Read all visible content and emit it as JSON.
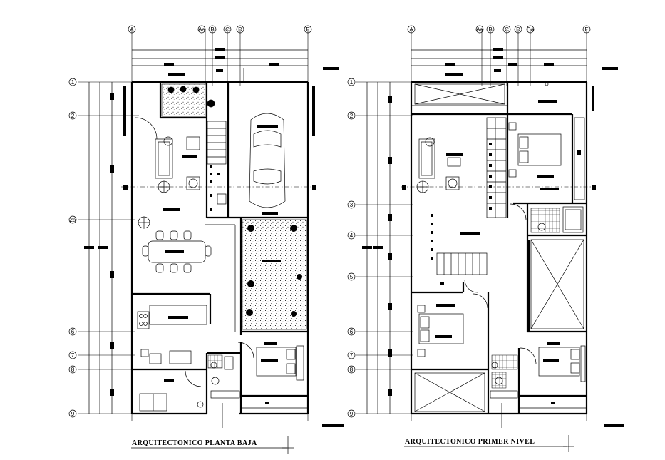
{
  "drawings": [
    {
      "id": "planta-baja",
      "title": "ARQUITECTONICO PLANTA BAJA",
      "columns": [
        "A",
        "Aa",
        "B",
        "C",
        "D",
        "E"
      ],
      "rows": [
        "1",
        "2",
        "2a",
        "6",
        "7",
        "8",
        "9"
      ]
    },
    {
      "id": "primer-nivel",
      "title": "ARQUITECTONICO PRIMER NIVEL",
      "columns": [
        "A",
        "Aa",
        "B",
        "C",
        "D",
        "Da",
        "E"
      ],
      "rows": [
        "1",
        "2",
        "3",
        "4",
        "5",
        "6",
        "7",
        "8",
        "9"
      ]
    }
  ]
}
